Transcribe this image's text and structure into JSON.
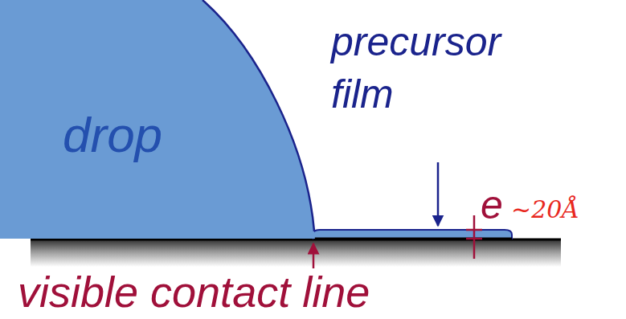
{
  "diagram": {
    "nodes": [
      {
        "text": [
          "drop"
        ]
      }
    ],
    "labels": [
      "precursor film",
      "e",
      "~20Å",
      "visible contact line"
    ]
  }
}
